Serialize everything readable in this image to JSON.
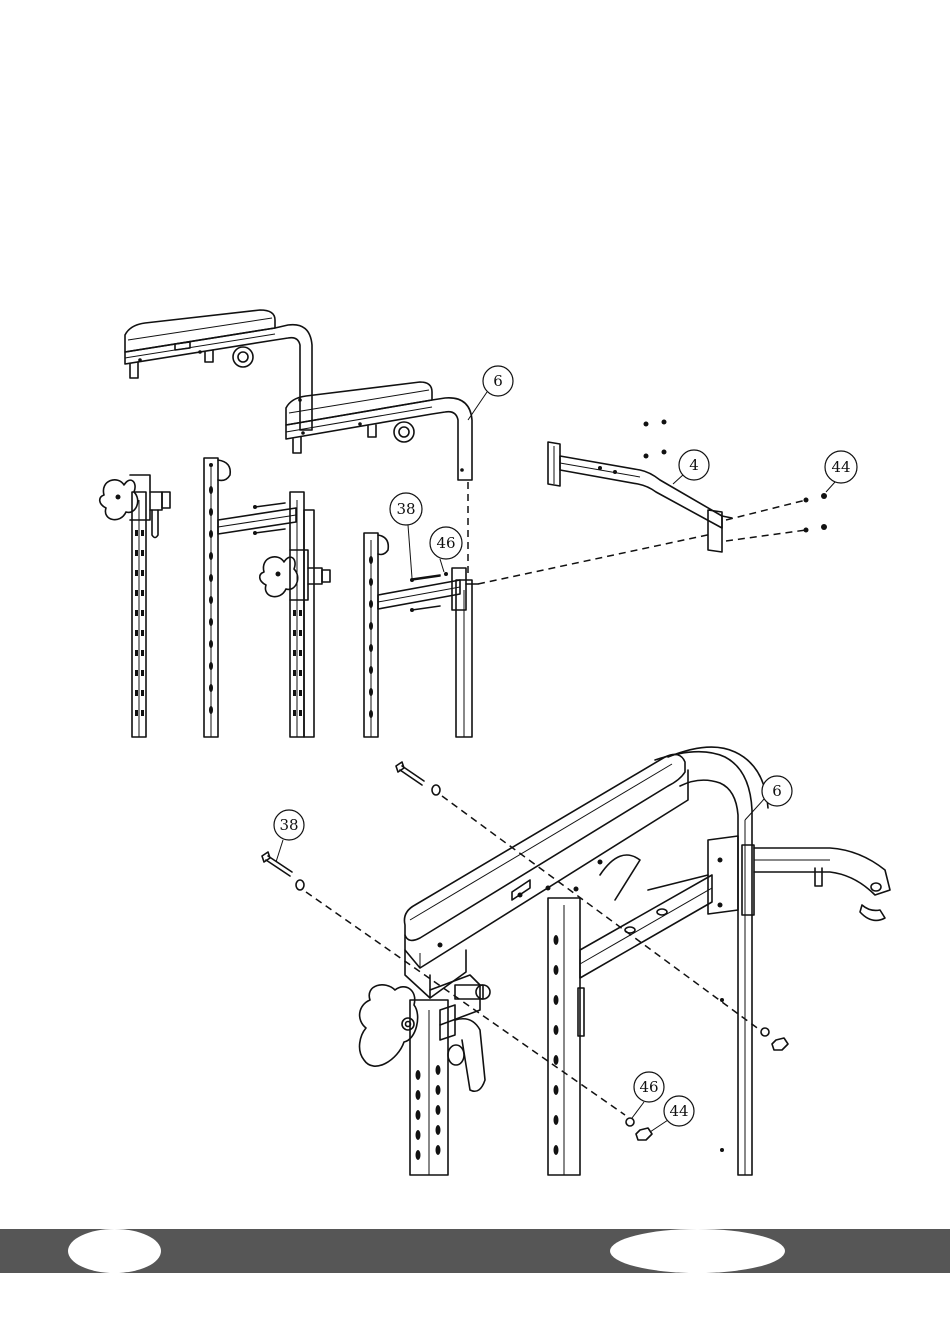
{
  "callouts": {
    "top_part_6": "6",
    "top_part_4": "4",
    "top_part_44": "44",
    "top_part_38": "38",
    "top_part_46": "46",
    "bottom_part_6": "6",
    "bottom_part_38": "38",
    "bottom_part_46": "46",
    "bottom_part_44": "44"
  },
  "colors": {
    "footer_band": "#565656",
    "line": "#111111"
  }
}
